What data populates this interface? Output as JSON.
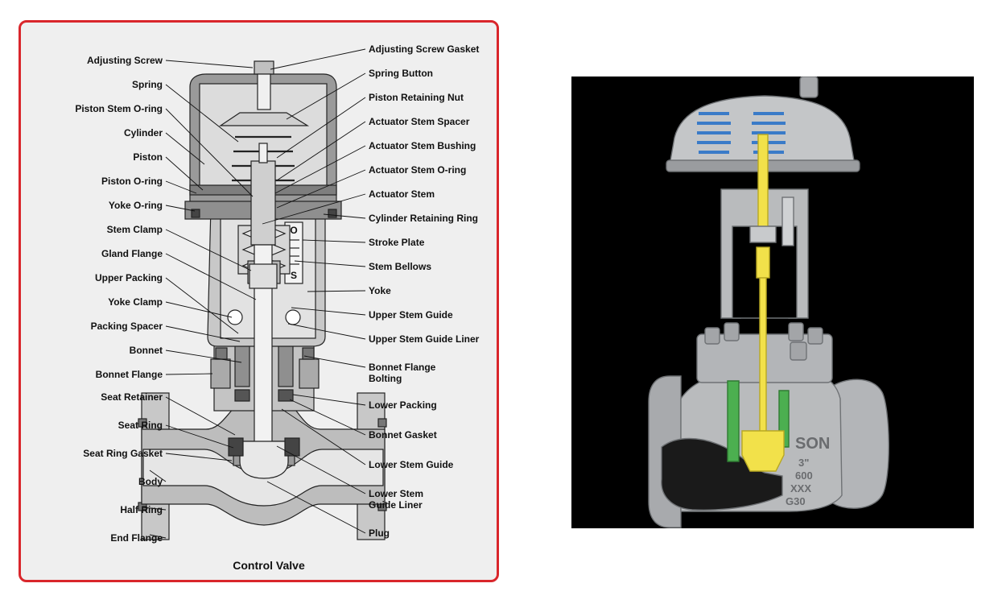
{
  "figure_left": {
    "title": "Control Valve",
    "labels_left": [
      "Adjusting Screw",
      "Spring",
      "Piston Stem O-ring",
      "Cylinder",
      "Piston",
      "Piston O-ring",
      "Yoke O-ring",
      "Stem Clamp",
      "Gland Flange",
      "Upper Packing",
      "Yoke Clamp",
      "Packing Spacer",
      "Bonnet",
      "Bonnet Flange",
      "Seat Retainer",
      "Seat Ring",
      "Seat Ring Gasket",
      "Body",
      "Half Ring",
      "End Flange"
    ],
    "labels_right": [
      "Adjusting Screw Gasket",
      "Spring Button",
      "Piston Retaining Nut",
      "Actuator Stem Spacer",
      "Actuator Stem Bushing",
      "Actuator Stem O-ring",
      "Actuator Stem",
      "Cylinder Retaining Ring",
      "Stroke Plate",
      "Stem Bellows",
      "Yoke",
      "Upper Stem Guide",
      "Upper Stem Guide Liner",
      [
        "Bonnet Flange",
        "Bolting"
      ],
      "Lower Packing",
      "Bonnet Gasket",
      "Lower Stem Guide",
      [
        "Lower Stem",
        "Guide Liner"
      ],
      "Plug"
    ],
    "stroke_plate_marks": [
      "O",
      "S"
    ],
    "colors": {
      "frame": "#d9262b",
      "background": "#efefef",
      "part_fill": "#bdbdbd",
      "part_dark": "#8c8c8c",
      "outline": "#222222"
    }
  },
  "figure_right": {
    "body_marking": [
      "SON",
      "3\"",
      "600",
      "XXX",
      "G30"
    ],
    "colors": {
      "background": "#000000",
      "body": "#b9bbbd",
      "spring": "#4a90d9",
      "stem": "#f2e14a",
      "cavity": "#1a1a1a",
      "liner": "#4caf50"
    }
  }
}
